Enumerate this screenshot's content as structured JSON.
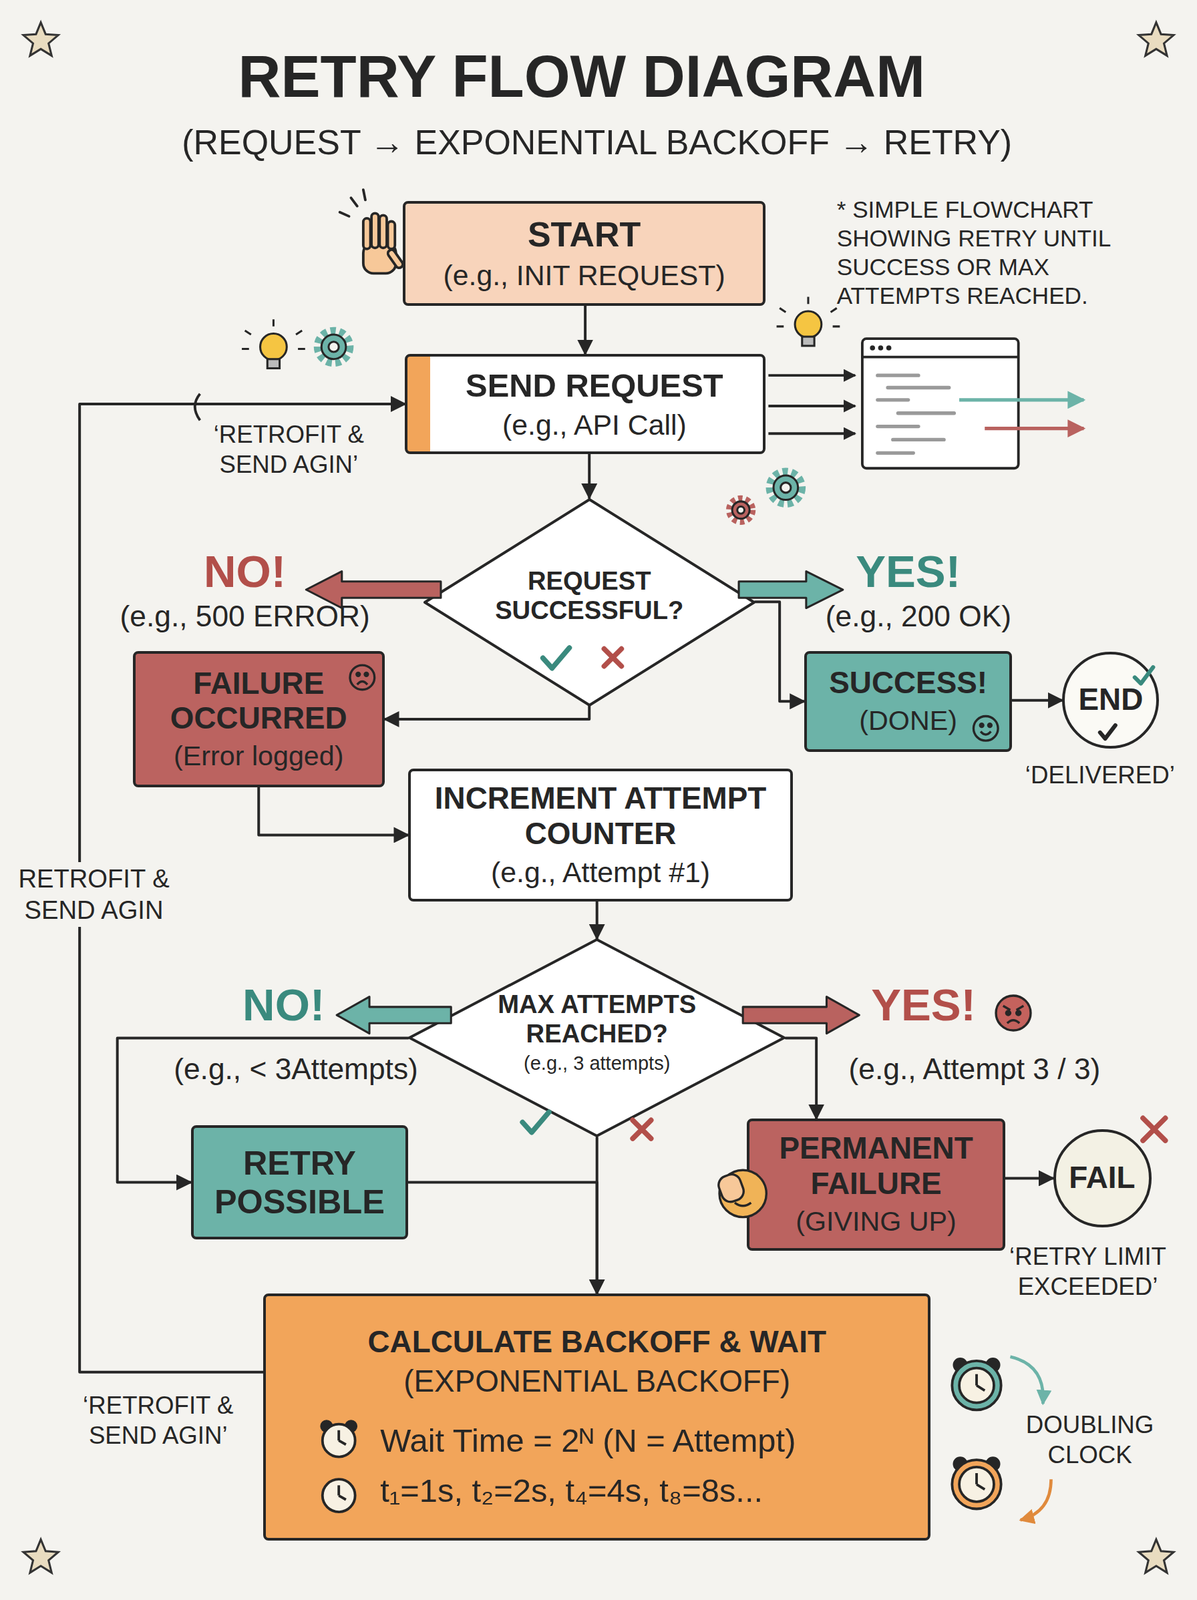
{
  "diagram": {
    "title": "RETRY FLOW DIAGRAM",
    "nodes": [
      {
        "text": [
          "START",
          "(e.g., INIT REQUEST)"
        ]
      },
      {
        "text": [
          "SEND REQUEST",
          "(e.g., API Call)"
        ]
      },
      {
        "text": [
          "REQUEST SUCCESSFUL?"
        ]
      },
      {
        "text": [
          "FAILURE OCCURRED",
          "(Error logged)"
        ]
      },
      {
        "text": [
          "SUCCESS!",
          "(DONE)"
        ]
      },
      {
        "text": [
          "END"
        ]
      },
      {
        "text": [
          "INCREMENT ATTEMPT COUNTER",
          "(e.g., Attempt #1)"
        ]
      },
      {
        "text": [
          "MAX ATTEMPTS REACHED?",
          "(e.g., 3 attempts)"
        ]
      },
      {
        "text": [
          "RETRY POSSIBLE"
        ]
      },
      {
        "text": [
          "PERMANENT FAILURE",
          "(GIVING UP)"
        ]
      },
      {
        "text": [
          "FAIL"
        ]
      },
      {
        "text": [
          "CALCULATE BACKOFF & WAIT",
          "(EXPONENTIAL BACKOFF)",
          "Wait Time = 2ᴺ (N = Attempt)",
          "t₁=1s, t₂=2s, t₄=4s, t₈=8s..."
        ]
      }
    ],
    "edges": [
      {
        "from": 0,
        "to": 1,
        "arrow": "to"
      },
      {
        "from": 1,
        "to": 2,
        "arrow": "to"
      },
      {
        "from": 2,
        "to": 3,
        "arrow": "to"
      },
      {
        "from": 2,
        "to": 4,
        "arrow": "to"
      },
      {
        "from": 4,
        "to": 5,
        "arrow": "to"
      },
      {
        "from": 3,
        "to": 6,
        "arrow": "to"
      },
      {
        "from": 6,
        "to": 7,
        "arrow": "to"
      },
      {
        "from": 7,
        "to": 8,
        "arrow": "to"
      },
      {
        "from": 7,
        "to": 9,
        "arrow": "to"
      },
      {
        "from": 9,
        "to": 10,
        "arrow": "to"
      },
      {
        "from": 8,
        "to": 11,
        "arrow": "to"
      },
      {
        "from": 7,
        "to": 11,
        "arrow": "to"
      },
      {
        "from": 11,
        "to": 1,
        "label": "RETROFIT & SEND AGIN",
        "arrow": "to"
      }
    ],
    "labels": [
      "(REQUEST → EXPONENTIAL BACKOFF → RETRY)",
      "* SIMPLE FLOWCHART SHOWING RETRY UNTIL SUCCESS OR MAX ATTEMPTS REACHED.",
      "‘RETROFIT & SEND AGIN’",
      "NO!",
      "(e.g., 500 ERROR)",
      "YES!",
      "(e.g., 200 OK)",
      "‘DELIVERED’",
      "NO!",
      "(e.g., < 3Attempts)",
      "YES!",
      "(e.g., Attempt 3 / 3)",
      "‘RETRY LIMIT EXCEEDED’",
      "‘RETROFIT & SEND AGIN’",
      "DOUBLING CLOCK"
    ]
  }
}
